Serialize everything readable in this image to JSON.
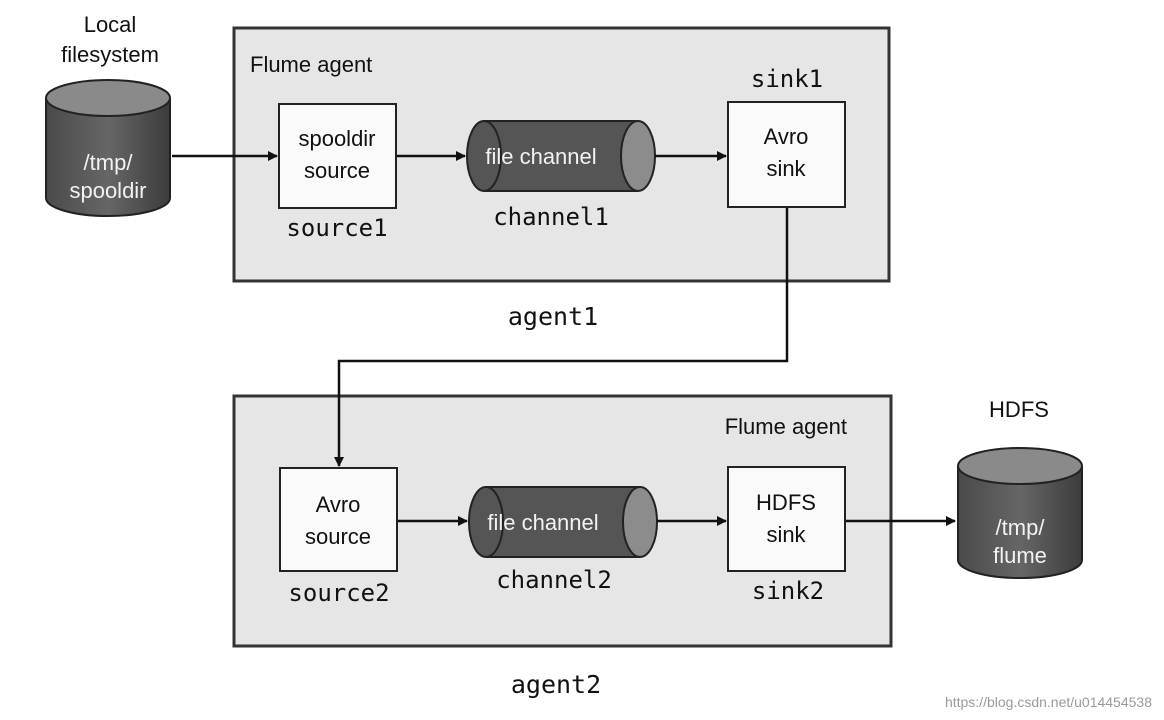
{
  "local_fs": {
    "label_line1": "Local",
    "label_line2": "filesystem",
    "db_line1": "/tmp/",
    "db_line2": "spooldir"
  },
  "agent1": {
    "box_title": "Flume agent",
    "name": "agent1",
    "source": {
      "line1": "spooldir",
      "line2": "source",
      "id": "source1"
    },
    "channel": {
      "label": "file channel",
      "id": "channel1"
    },
    "sink": {
      "line1": "Avro",
      "line2": "sink",
      "id": "sink1"
    }
  },
  "agent2": {
    "box_title": "Flume agent",
    "name": "agent2",
    "source": {
      "line1": "Avro",
      "line2": "source",
      "id": "source2"
    },
    "channel": {
      "label": "file channel",
      "id": "channel2"
    },
    "sink": {
      "line1": "HDFS",
      "line2": "sink",
      "id": "sink2"
    }
  },
  "hdfs": {
    "label": "HDFS",
    "db_line1": "/tmp/",
    "db_line2": "flume"
  },
  "watermark": "https://blog.csdn.net/u014454538"
}
